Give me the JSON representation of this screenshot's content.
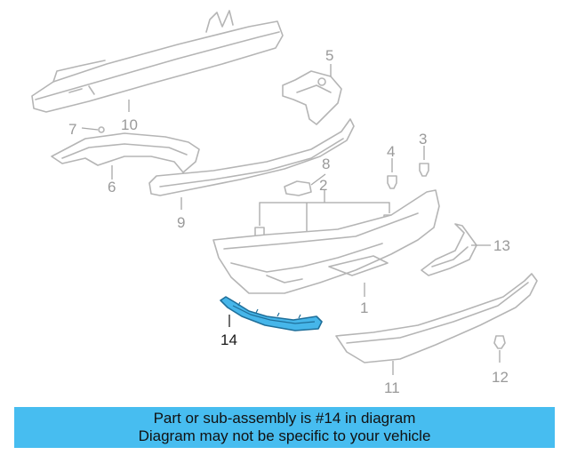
{
  "callouts": {
    "c1": "1",
    "c2": "2",
    "c3": "3",
    "c4": "4",
    "c5": "5",
    "c6": "6",
    "c7": "7",
    "c8": "8",
    "c9": "9",
    "c10": "10",
    "c11": "11",
    "c12": "12",
    "c13": "13",
    "c14": "14"
  },
  "highlighted_part": "14",
  "colors": {
    "highlight": "#46b6ea",
    "banner": "#47bdf0",
    "line_art": "#b5b5b5"
  },
  "banner": {
    "line1": "Part or sub-assembly is #14 in diagram",
    "line2": "Diagram may not be specific to your vehicle"
  }
}
